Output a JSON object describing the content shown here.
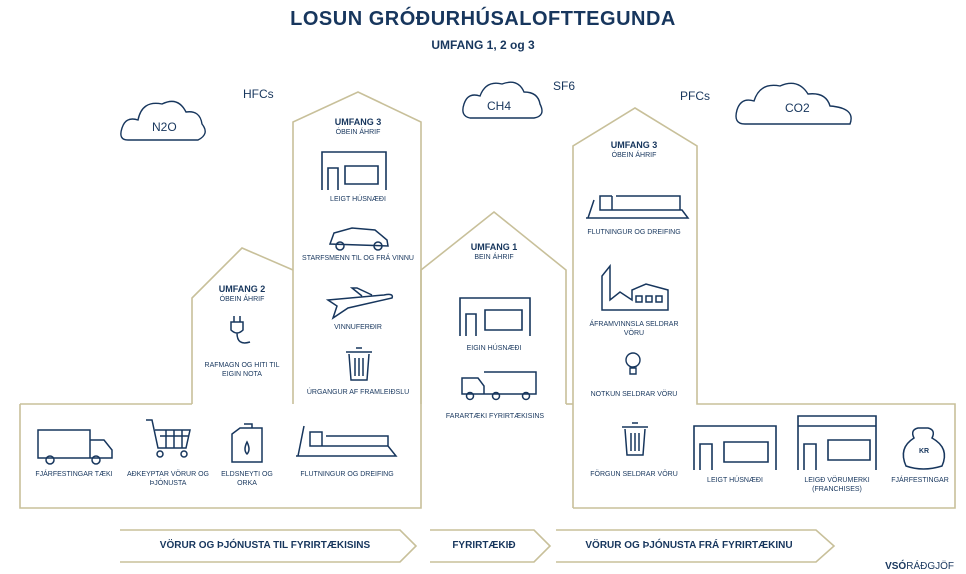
{
  "title": "LOSUN GRÓÐURHÚSALOFTTEGUNDA",
  "subtitle": "UMFANG 1, 2 og 3",
  "gases": {
    "n2o": "N2O",
    "hfcs": "HFCs",
    "ch4": "CH4",
    "sf6": "SF6",
    "pfcs": "PFCs",
    "co2": "CO2"
  },
  "scope2": {
    "title": "UMFANG 2",
    "subtitle": "ÓBEIN ÁHRIF",
    "item": "RAFMAGN OG HITI TIL EIGIN NOTA"
  },
  "scope3_up": {
    "title": "UMFANG 3",
    "subtitle": "ÓBEIN ÁHRIF",
    "items": [
      "LEIGT HÚSNÆÐI",
      "STARFSMENN TIL OG FRÁ VINNU",
      "VINNUFERÐIR",
      "ÚRGANGUR AF FRAMLEIÐSLU"
    ]
  },
  "scope1": {
    "title": "UMFANG 1",
    "subtitle": "BEIN ÁHRIF",
    "items": [
      "EIGIN HÚSNÆÐI",
      "FARARTÆKI FYRIRTÆKISINS"
    ]
  },
  "scope3_down": {
    "title": "UMFANG 3",
    "subtitle": "ÓBEIN ÁHRIF",
    "items": [
      "FLUTNINGUR OG DREIFING",
      "ÁFRAMVINNSLA SELDRAR VÖRU",
      "NOTKUN SELDRAR VÖRU"
    ]
  },
  "bottom_left": [
    "FJÁRFESTINGAR TÆKI",
    "AÐKEYPTAR VÖRUR OG ÞJÓNUSTA",
    "ELDSNEYTI OG ORKA",
    "FLUTNINGUR OG DREIFING"
  ],
  "bottom_right": [
    "FÖRGUN SELDRAR VÖRU",
    "LEIGT HÚSNÆÐI",
    "LEIGÐ VÖRUMERKI (FRANCHISES)",
    "FJÁRFESTINGAR"
  ],
  "money_bag": "KR",
  "flow": [
    "VÖRUR OG ÞJÓNUSTA TIL FYRIRTÆKISINS",
    "FYRIRTÆKIÐ",
    "VÖRUR OG ÞJÓNUSTA FRÁ FYRIRTÆKINU"
  ],
  "brand": {
    "bold": "VSÓ",
    "light": "RÁÐGJÖF"
  },
  "colors": {
    "ink": "#17365d",
    "frame": "#c8c09a"
  }
}
